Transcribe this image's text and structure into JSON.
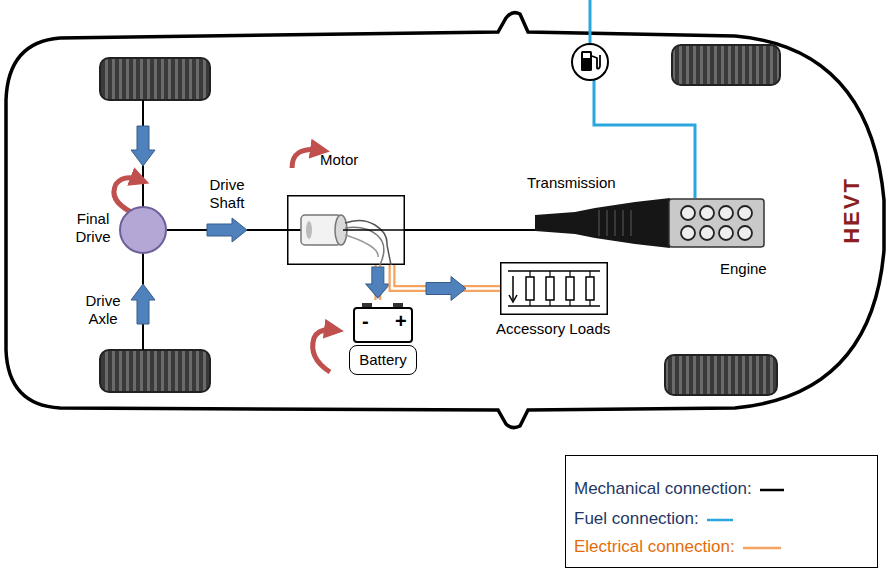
{
  "diagram": {
    "nodes": [
      {
        "text": [
          "Final Drive"
        ]
      },
      {
        "text": [
          "Motor"
        ]
      },
      {
        "text": [
          "Transmission"
        ]
      },
      {
        "text": [
          "Engine"
        ]
      },
      {
        "text": [
          "Battery"
        ]
      },
      {
        "text": [
          "Accessory Loads"
        ]
      }
    ],
    "edges": [
      {
        "from": 0,
        "to": 1,
        "arrow": "to",
        "label": "Drive Shaft"
      },
      {
        "from": 1,
        "to": 2,
        "arrow": "none"
      },
      {
        "from": 1,
        "to": 4,
        "arrow": "to"
      },
      {
        "from": 1,
        "to": 5,
        "arrow": "to"
      }
    ],
    "labels": [
      "Drive Axle",
      "-",
      "+",
      "HEVT"
    ],
    "legend": [
      {
        "text": "Mechanical connection:"
      },
      {
        "text": "Fuel connection:"
      },
      {
        "text": "Electrical connection:"
      }
    ]
  }
}
